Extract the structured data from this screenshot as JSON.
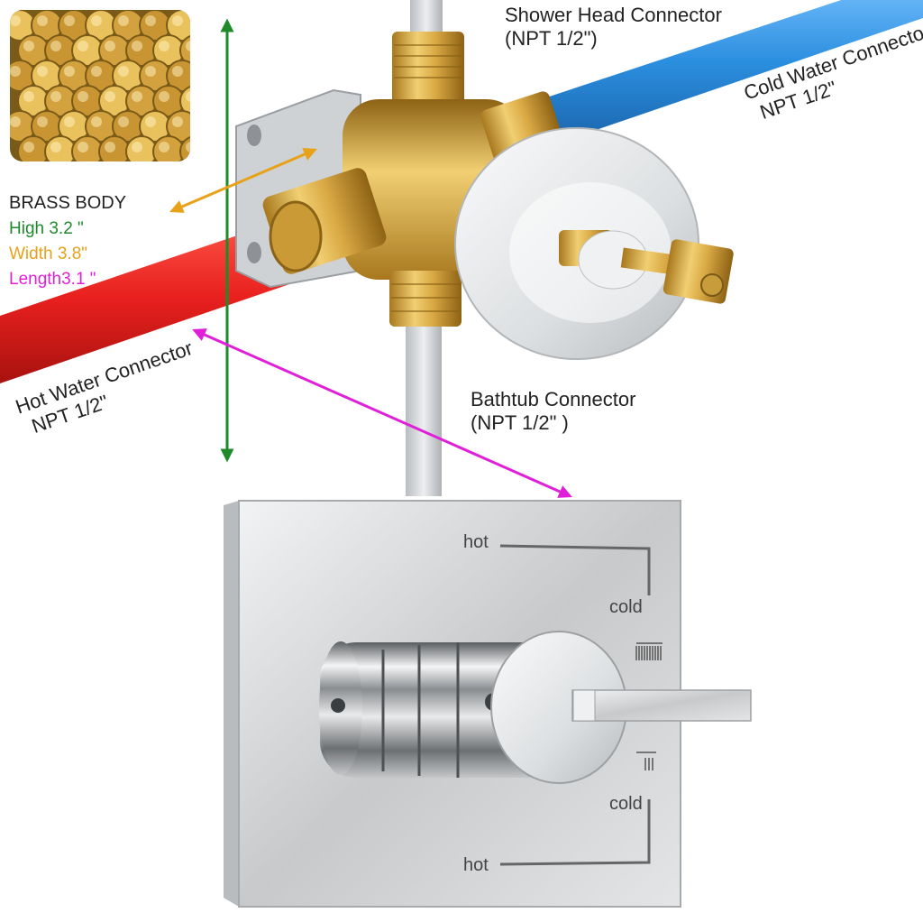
{
  "labels": {
    "shower_head": {
      "name": "Shower Head Connector",
      "spec": "(NPT 1/2\")"
    },
    "cold_water": {
      "name": "Cold Water Connector",
      "spec": "NPT 1/2\""
    },
    "hot_water": {
      "name": "Hot Water  Connector",
      "spec": "NPT 1/2\""
    },
    "bathtub": {
      "name": "Bathtub Connector",
      "spec": "(NPT 1/2\" )"
    }
  },
  "brass_body": {
    "title": "BRASS BODY",
    "high": "High 3.2 \"",
    "width": "Width 3.8\"",
    "length": "Length3.1 \""
  },
  "plate": {
    "top_hot": "hot",
    "top_cold": "cold",
    "bottom_cold": "cold",
    "bottom_hot": "hot"
  },
  "colors": {
    "hot_pipe": "#e8201e",
    "cold_pipe": "#2b8fe0",
    "brass": "#d4a640",
    "high_arrow": "#1e8a2a",
    "width_arrow": "#e8a21a",
    "length_arrow": "#e020d8",
    "chrome": "#c9cbcd"
  },
  "icons": [
    "brass-rods-photo",
    "height-arrow",
    "width-arrow",
    "length-arrow",
    "mixing-valve",
    "trim-plate",
    "lever-handle"
  ]
}
